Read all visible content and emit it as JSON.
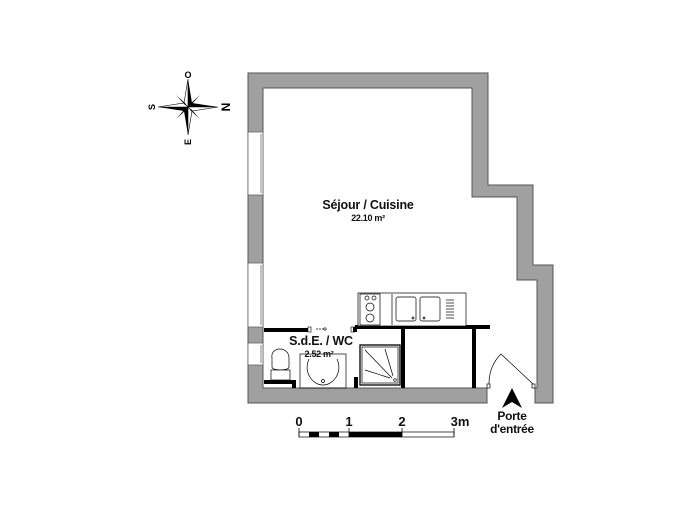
{
  "plan": {
    "rooms": [
      {
        "name": "Séjour / Cuisine",
        "area": "22.10 m²"
      },
      {
        "name": "S.d.E. / WC",
        "area": "2.52 m²"
      }
    ],
    "entrance_label_line1": "Porte",
    "entrance_label_line2": "d'entrée"
  },
  "compass": {
    "north": "N",
    "south": "S",
    "east": "E",
    "west": "O"
  },
  "scale_bar": {
    "ticks": [
      "0",
      "1",
      "2",
      "3m"
    ]
  },
  "colors": {
    "wall_fill": "#a0a0a0",
    "wall_stroke": "#555555",
    "fixture_stroke": "#000000",
    "background": "#ffffff"
  }
}
